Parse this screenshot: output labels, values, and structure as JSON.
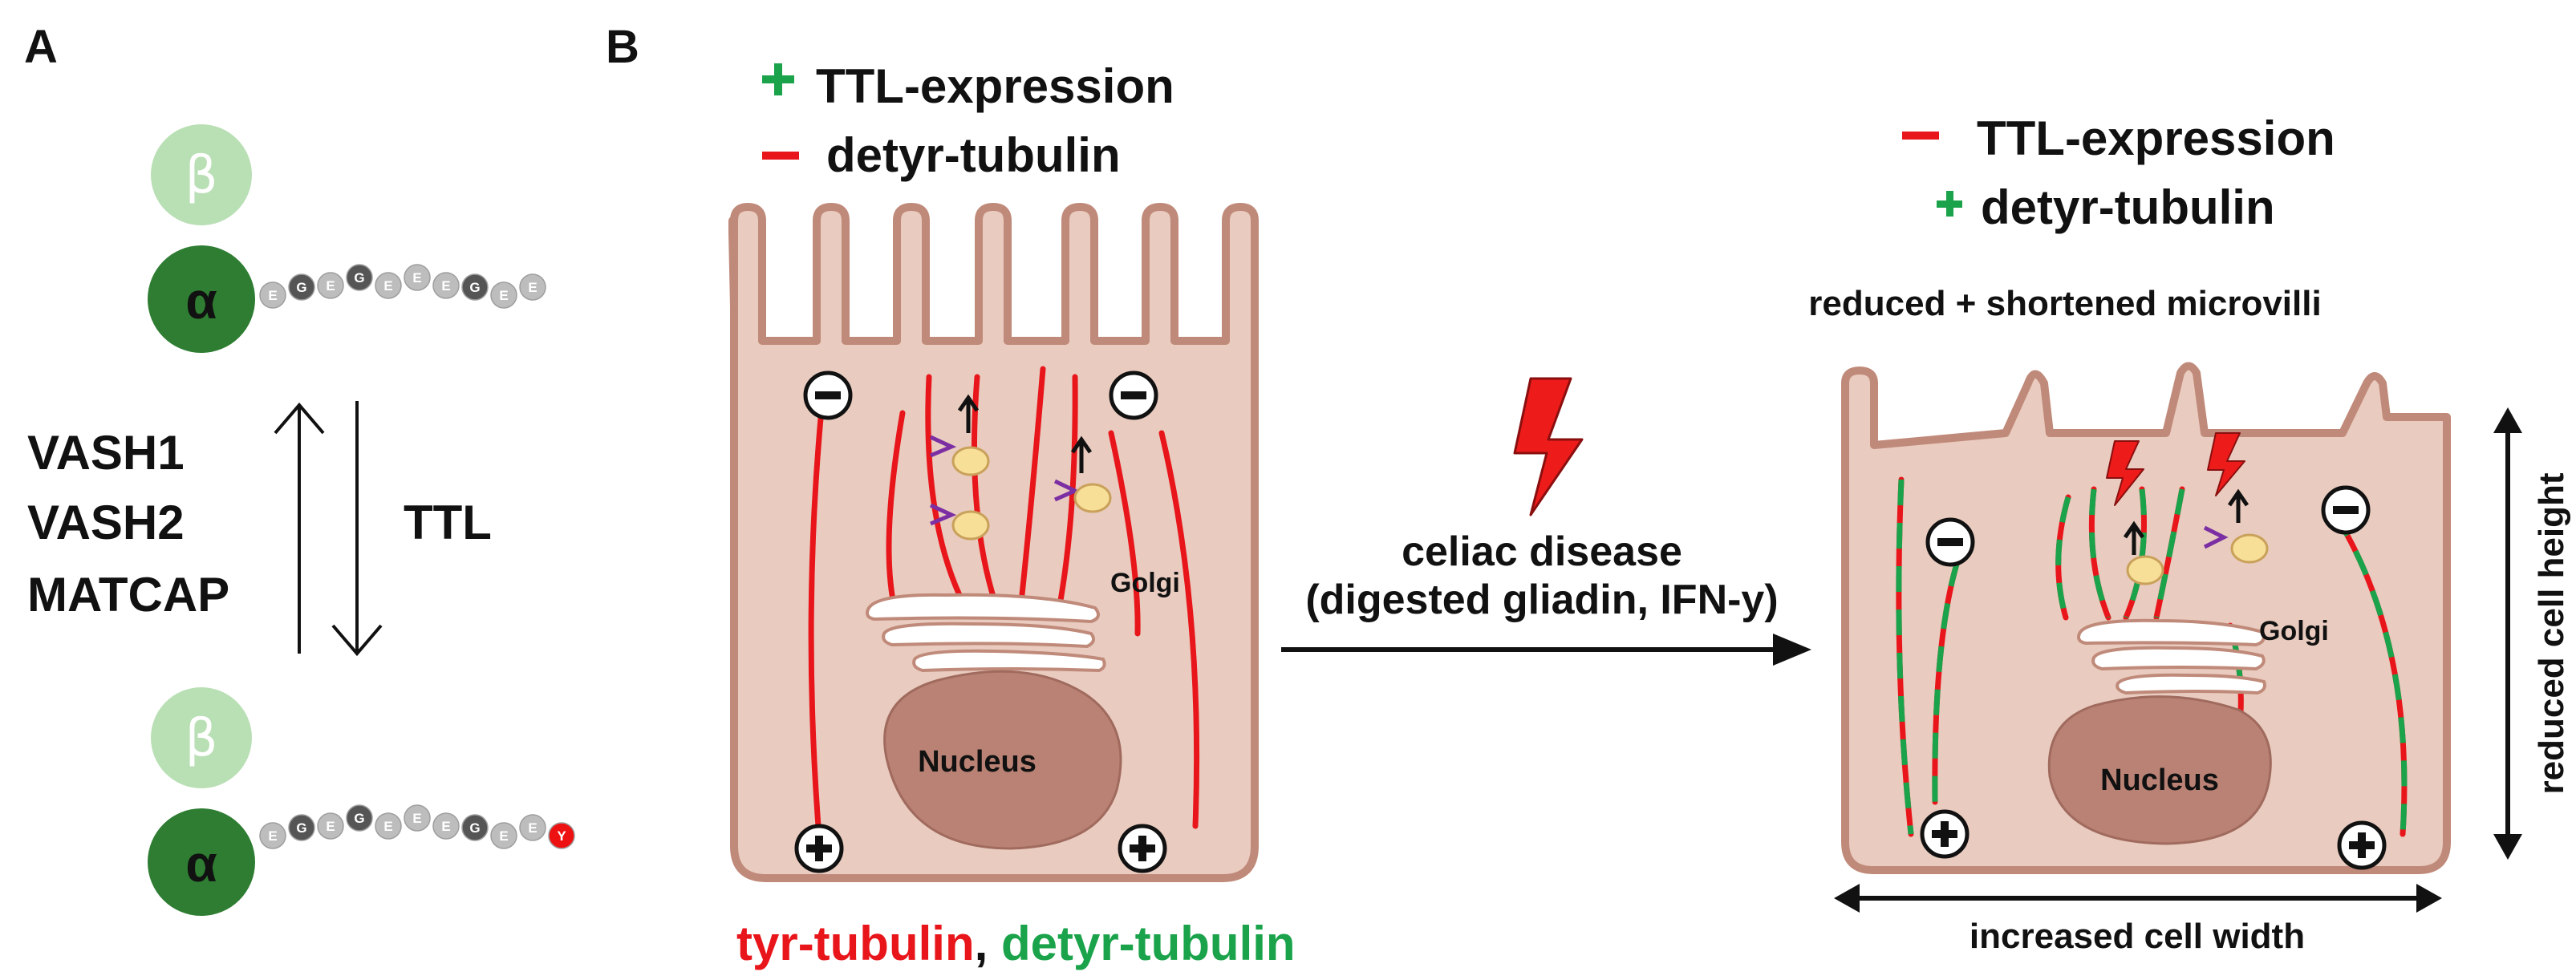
{
  "panel_a": {
    "label": "A",
    "top_dimer": {
      "beta": "β",
      "alpha": "α",
      "tail": [
        "E",
        "G",
        "E",
        "G",
        "E",
        "E",
        "E",
        "G",
        "E",
        "E"
      ]
    },
    "bottom_dimer": {
      "beta": "β",
      "alpha": "α",
      "tail": [
        "E",
        "G",
        "E",
        "G",
        "E",
        "E",
        "E",
        "G",
        "E",
        "E",
        "Y"
      ]
    },
    "enzymes_left": [
      "VASH1",
      "VASH2",
      "MATCAP"
    ],
    "enzyme_right": "TTL"
  },
  "panel_b": {
    "label": "B",
    "left_cell": {
      "legend_plus": "TTL-expression",
      "legend_minus": "detyr-tubulin",
      "golgi": "Golgi",
      "nucleus": "Nucleus",
      "minus_sign": "−",
      "plus_sign": "+",
      "caption_tyr": "tyr-tubulin",
      "caption_sep": ", ",
      "caption_detyr": "detyr-tubulin"
    },
    "transition": {
      "line1": "celiac disease",
      "line2": "(digested gliadin, IFN-y)"
    },
    "right_cell": {
      "legend_minus": "TTL-expression",
      "legend_plus": "detyr-tubulin",
      "microvilli_note": "reduced + shortened microvilli",
      "height_note": "reduced cell height",
      "width_note": "increased cell width",
      "golgi": "Golgi",
      "nucleus": "Nucleus"
    }
  },
  "colors": {
    "tyr_red": "#e8161b",
    "detyr_green": "#1aa34a",
    "alpha_green": "#2e7d32",
    "beta_green": "#b9dfb4",
    "cell_fill": "#e9cbbf",
    "cell_border": "#c08a7a",
    "nucleus": "#b98274",
    "vesicle": "#f7df98",
    "bead_dark": "#555555",
    "bead_light": "#bdbdbd",
    "tyrosine": "#ee1111"
  },
  "icons": [
    "lightning-icon",
    "minus-end-icon",
    "plus-end-icon",
    "vesicle-icon"
  ]
}
